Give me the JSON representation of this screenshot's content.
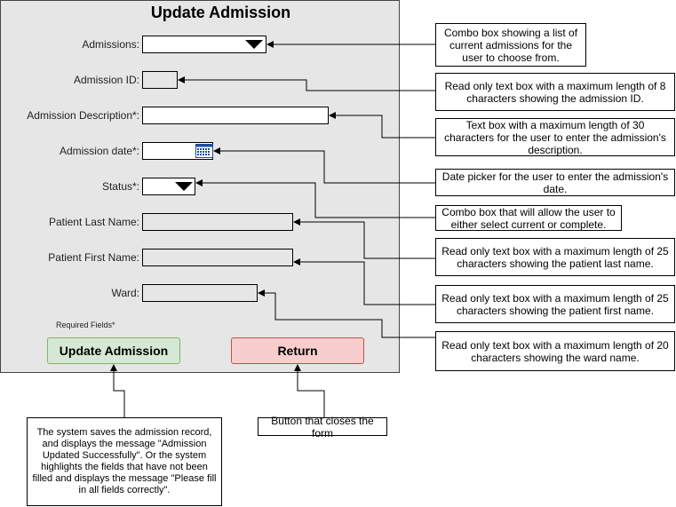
{
  "form": {
    "title": "Update Admission",
    "labels": {
      "admissions": "Admissions:",
      "admission_id": "Admission ID:",
      "admission_description": "Admission Description*:",
      "admission_date": "Admission date*:",
      "status": "Status*:",
      "patient_last_name": "Patient Last Name:",
      "patient_first_name": "Patient First Name:",
      "ward": "Ward:"
    },
    "required_note": "Required Fields*",
    "buttons": {
      "update": "Update Admission",
      "return": "Return"
    }
  },
  "annotations": {
    "admissions": "Combo box showing a list of current admissions for the user to choose from.",
    "admission_id": "Read only text box with a maximum length of 8 characters showing the admission ID.",
    "admission_description": "Text box with a maximum length of 30 characters for the user to enter the admission's description.",
    "admission_date": "Date picker for the user to enter the admission's date.",
    "status": "Combo box that will allow the user to either select current or complete.",
    "patient_last_name": "Read only text box with a maximum length of 25 characters showing the patient last name.",
    "patient_first_name": "Read only text box with a maximum length of 25 characters showing the patient first name.",
    "ward": "Read only text box with a maximum length of 20 characters showing the ward name.",
    "update_button": "The system saves the admission record, and displays the message \"Admission Updated Successfully\". Or the system highlights the fields that have not been filled and displays the message \"Please fill in all fields correctly\".",
    "return_button": "Button that closes the form"
  },
  "colors": {
    "form_background": "#e6e6e6",
    "update_button_fill": "#d5e8d4",
    "update_button_border": "#82b366",
    "return_button_fill": "#f8cecc",
    "return_button_border": "#b85450"
  },
  "icons": {
    "admissions_dropdown": "chevron-down-icon",
    "status_dropdown": "chevron-down-icon",
    "date_picker": "calendar-icon"
  }
}
